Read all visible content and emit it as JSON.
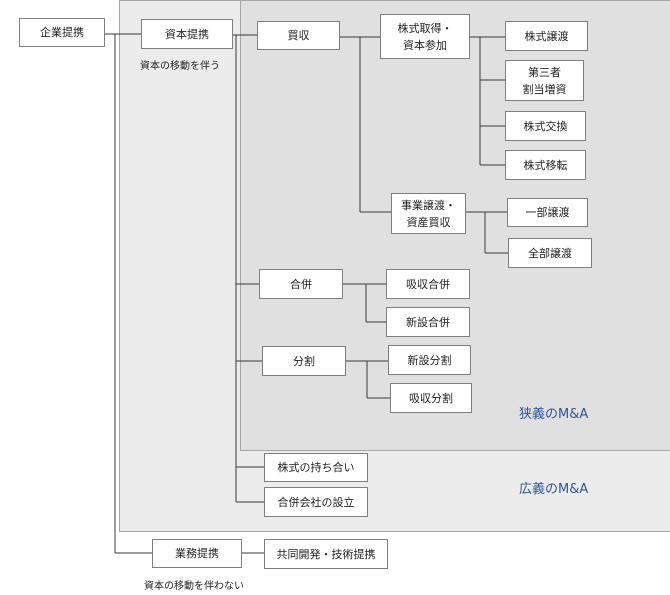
{
  "nodes": {
    "alliance": "企業提携",
    "capital_alliance": "資本提携",
    "acquisition": "買収",
    "share_acquisition": "株式取得・\n資本参加",
    "share_transfer": "株式譲渡",
    "third_party_allotment": "第三者\n割当増資",
    "share_exchange": "株式交換",
    "share_transfer_holding": "株式移転",
    "business_transfer": "事業譲渡・\n資産買収",
    "partial_transfer": "一部譲渡",
    "full_transfer": "全部譲渡",
    "merger": "合併",
    "absorption_merger": "吸収合併",
    "consolidation_merger": "新設合併",
    "split": "分割",
    "incorporation_split": "新設分割",
    "absorption_split": "吸収分割",
    "cross_shareholding": "株式の持ち合い",
    "joint_venture": "合併会社の設立",
    "business_alliance": "業務提携",
    "joint_development": "共同開発・技術提携"
  },
  "notes": {
    "with_capital": "資本の移動を伴う",
    "without_capital": "資本の移動を伴わない"
  },
  "regions": {
    "narrow": "狭義のM&A",
    "broad": "広義のM&A"
  },
  "colors": {
    "region_label": "#2f5597",
    "broad_fill": "#ececec",
    "narrow_fill": "#e0e0e0",
    "line": "#3a3a3a"
  }
}
